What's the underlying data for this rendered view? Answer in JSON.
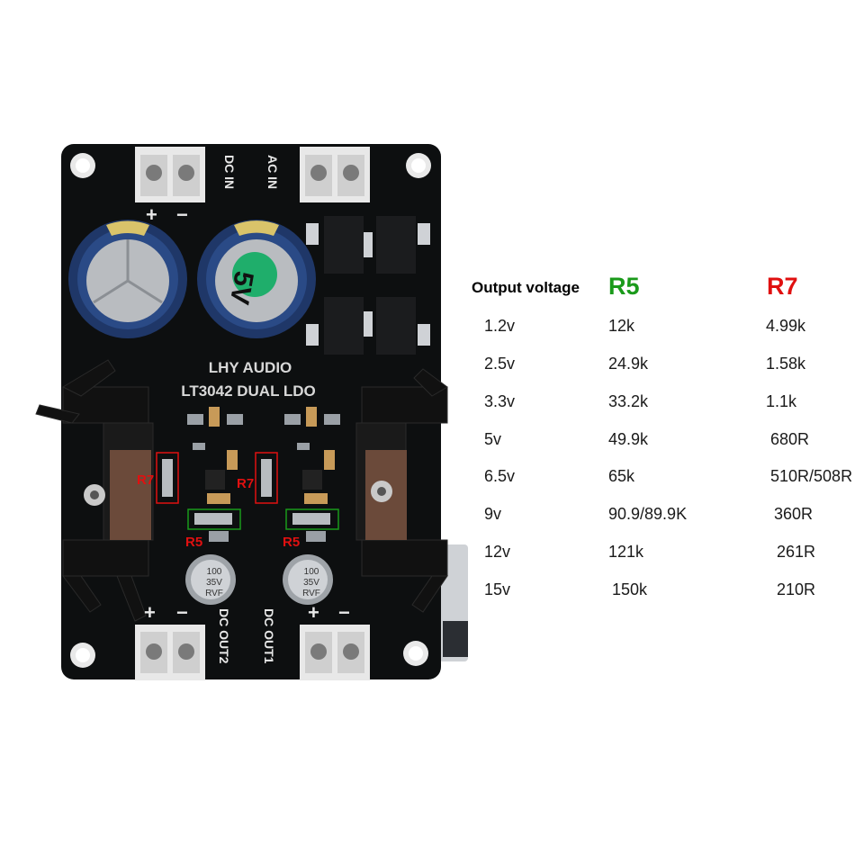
{
  "colors": {
    "pcb": "#0d0f10",
    "green_label": "#1a9a1a",
    "red_label": "#e01010",
    "terminal": "#e8e8e8",
    "cap_sleeve": "#1f3768",
    "cap_top": "#b9bcc0",
    "heatsink": "#111111"
  },
  "board": {
    "brand": "LHY AUDIO",
    "model": "LT3042 DUAL LDO",
    "dc_in": "DC IN",
    "ac_in": "AC IN",
    "dc_out2": "DC OUT2",
    "dc_out1": "DC OUT1",
    "plus": "+",
    "minus": "−",
    "cap_mark": "5V",
    "small_cap_1": "100",
    "small_cap_2": "35V",
    "small_cap_3": "RVF",
    "r7_tag": "R7",
    "r5_tag": "R5"
  },
  "table": {
    "headers": {
      "output": "Output voltage",
      "r5": "R5",
      "r7": "R7"
    },
    "rows": [
      {
        "v": "1.2v",
        "r5": "12k",
        "r7": "4.99k"
      },
      {
        "v": "2.5v",
        "r5": "24.9k",
        "r7": "1.58k"
      },
      {
        "v": "3.3v",
        "r5": "33.2k",
        "r7": "1.1k"
      },
      {
        "v": "5v",
        "r5": "49.9k",
        "r7": "680R"
      },
      {
        "v": "6.5v",
        "r5": "65k",
        "r7": "510R/508R"
      },
      {
        "v": "9v",
        "r5": "90.9/89.9K",
        "r7": "360R"
      },
      {
        "v": "12v",
        "r5": "121k",
        "r7": "261R"
      },
      {
        "v": "15v",
        "r5": "150k",
        "r7": "210R"
      }
    ]
  }
}
